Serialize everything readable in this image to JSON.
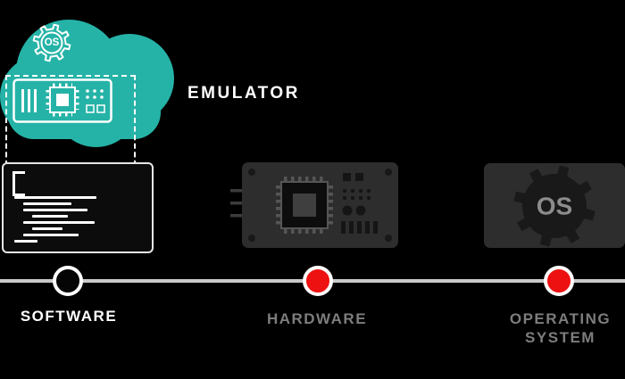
{
  "labels": {
    "emulator": "EMULATOR",
    "cloud_gear": "OS",
    "os_gear": "OS"
  },
  "timeline": {
    "nodes": [
      {
        "label": "SOFTWARE",
        "dot": "dark",
        "label_style": "active"
      },
      {
        "label": "HARDWARE",
        "dot": "red",
        "label_style": "muted"
      },
      {
        "label": "OPERATING SYSTEM",
        "dot": "red",
        "label_style": "muted"
      }
    ]
  },
  "colors": {
    "background": "#000000",
    "cloud_teal": "#26b3a7",
    "node_red": "#ee1111",
    "timeline_line": "#c9c9c9",
    "active_label": "#ffffff",
    "muted_label": "#7d7d7d",
    "panel_gray": "#2d2d2d",
    "gear_dark": "#191919"
  },
  "software_icon": {
    "code_lines": [
      {
        "w": 92,
        "indent": 0
      },
      {
        "w": 54,
        "indent": 10
      },
      {
        "w": 72,
        "indent": 10
      },
      {
        "w": 40,
        "indent": 20
      },
      {
        "w": 80,
        "indent": 10
      },
      {
        "w": 34,
        "indent": 20
      },
      {
        "w": 62,
        "indent": 10
      },
      {
        "w": 26,
        "indent": 0
      }
    ]
  }
}
